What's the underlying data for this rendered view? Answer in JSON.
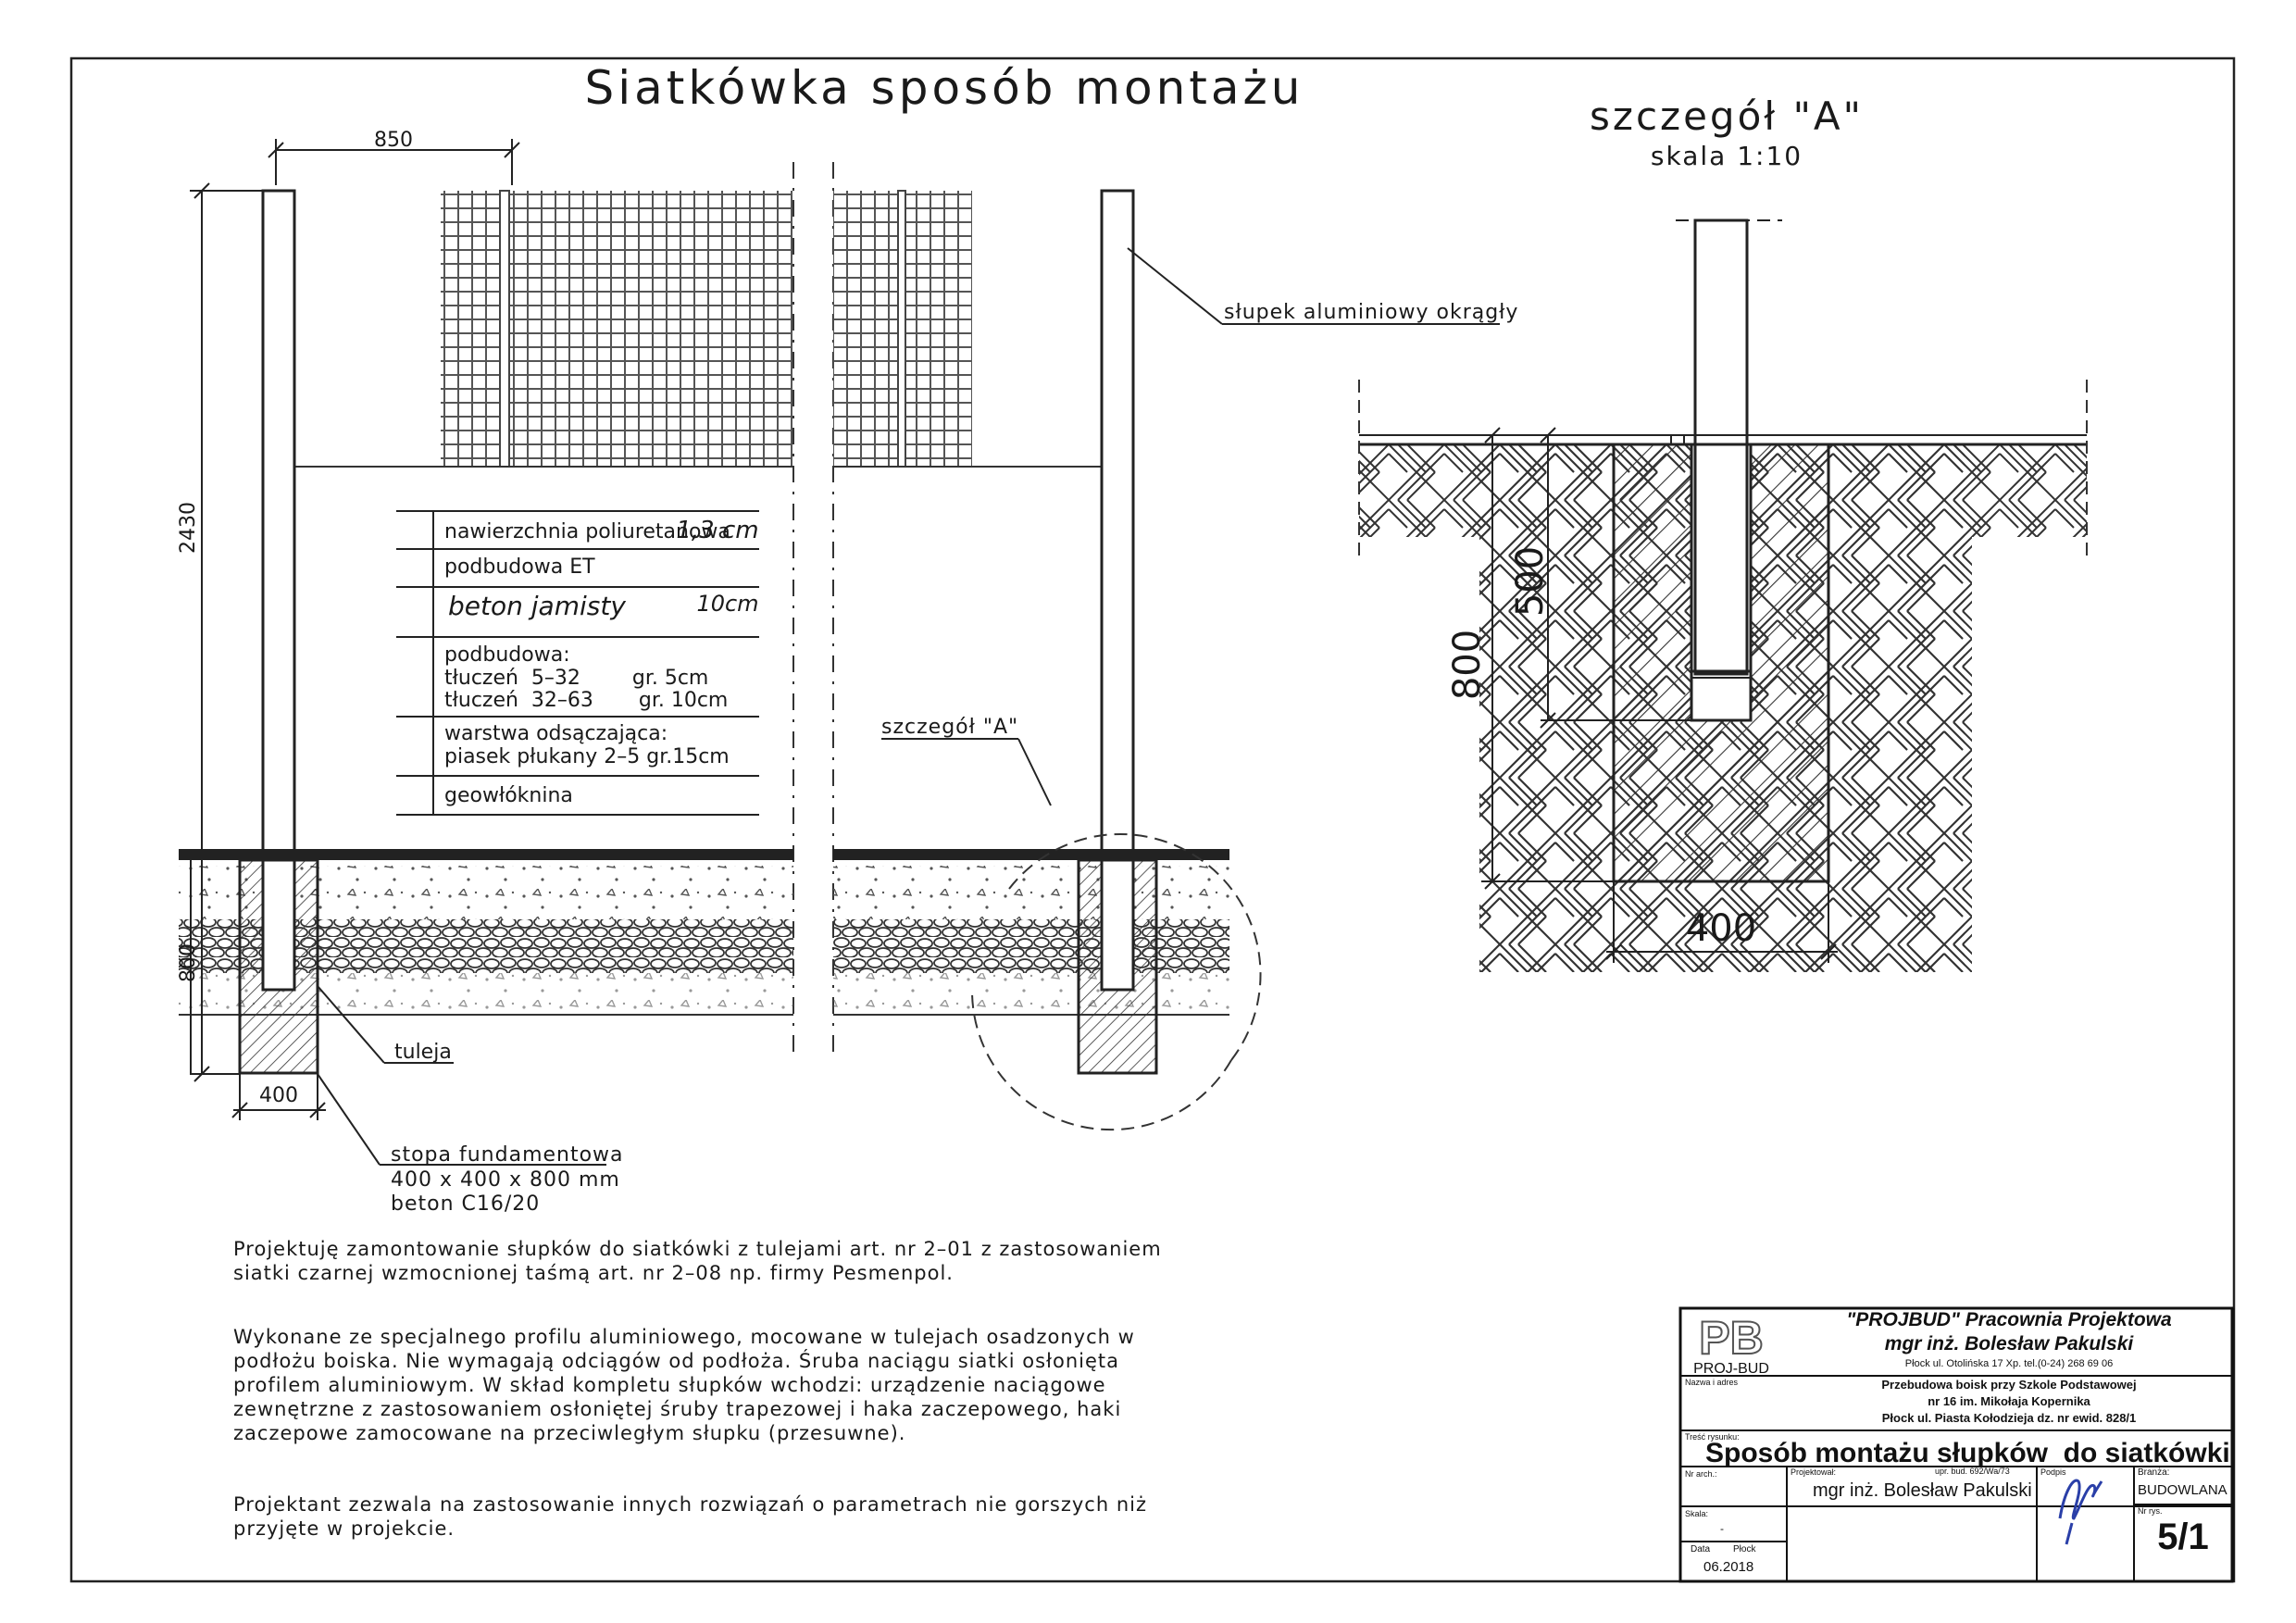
{
  "drawing": {
    "title": "Siatkówka sposób montażu",
    "dim_850": "850",
    "dim_2430": "2430",
    "dim_800_left": "800",
    "dim_400_left": "400",
    "label_slupek": "słupek aluminiowy okrągły",
    "label_tuleja": "tuleja",
    "label_szczegol_a": "szczegół \"A\"",
    "label_stopa": [
      "stopa fundamentowa",
      "400 x 400 x 800 mm",
      "beton C16/20"
    ],
    "layers": [
      [
        "nawierzchnia poliuretanowa",
        "1,3 cm"
      ],
      [
        "podbudowa ET"
      ],
      [
        "beton jamisty",
        "10cm"
      ],
      [
        "podbudowa:",
        "tłuczeń  5–32        gr. 5cm",
        "tłuczeń  32–63       gr. 10cm"
      ],
      [
        "warstwa odsączająca:",
        "piasek płukany 2–5 gr.15cm"
      ],
      [
        "geowłóknina"
      ]
    ]
  },
  "detail": {
    "title": "szczegół \"A\"",
    "scale": "skala 1:10",
    "dim_500": "500",
    "dim_800": "800",
    "dim_400": "400"
  },
  "notes": [
    [
      "Projektuję zamontowanie słupków do siatkówki z tulejami art. nr 2–01 z zastosowaniem",
      "siatki czarnej wzmocnionej taśmą art. nr 2–08 np. firmy Pesmenpol."
    ],
    [
      "Wykonane ze specjalnego profilu aluminiowego, mocowane w tulejach osadzonych w",
      "podłożu boiska. Nie wymagają odciągów od podłoża. Śruba naciągu siatki osłonięta",
      "profilem aluminiowym. W skład kompletu słupków wchodzi: urządzenie naciągowe",
      "zewnętrzne z zastosowaniem osłoniętej śruby trapezowej i haka zaczepowego, haki",
      "zaczepowe zamocowane na przeciwległym słupku (przesuwne)."
    ],
    [
      "Projektant zezwala na zastosowanie innych rozwiązań o parametrach  nie gorszych niż",
      "przyjęte w projekcie."
    ]
  ],
  "title_block": {
    "logo": "PB",
    "logo_caption": "PROJ-BUD",
    "company": "\"PROJBUD\" Pracownia Projektowa",
    "company_owner": "mgr inż. Bolesław Pakulski",
    "company_address": "Płock ul. Otolińska 17 Xp. tel.(0-24) 268 69 06",
    "label_nazwa": "Nazwa i adres",
    "project_line1": "Przebudowa boisk przy Szkole Podstawowej",
    "project_line2": "nr 16 im. Mikołaja Kopernika",
    "project_line3": "Płock ul. Piasta Kołodzieja dz. nr ewid. 828/1",
    "label_tresc": "Treść rysunku:",
    "drawing_title": "Sposób montażu słupków  do siatkówki",
    "label_nr_arch": "Nr arch.:",
    "label_projektowal": "Projektował:",
    "licence": "upr. bud. 692/Wa/73",
    "designer": "mgr inż. Bolesław Pakulski",
    "label_podpis": "Podpis",
    "label_branza": "Branża:",
    "branza": "BUDOWLANA",
    "label_skala": "Skala:",
    "skala": "-",
    "label_nr_rys": "Nr rys.",
    "sheet_no": "5/1",
    "label_data": "Data",
    "label_place": "Płock",
    "date": "06.2018"
  }
}
